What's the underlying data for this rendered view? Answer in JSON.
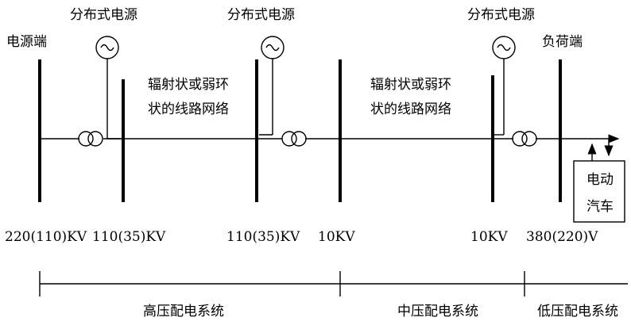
{
  "labels": {
    "source_end": "电源端",
    "load_end": "负荷端",
    "distributed_source": "分布式电源",
    "network_line1": "辐射状或弱环",
    "network_line2": "状的线路网络",
    "ev_line1": "电动",
    "ev_line2": "汽车"
  },
  "voltages": {
    "v1": "220(110)KV",
    "v2": "110(35)KV",
    "v3": "110(35)KV",
    "v4": "10KV",
    "v5": "10KV",
    "v6": "380(220)V"
  },
  "systems": {
    "high": "高压配电系统",
    "medium": "中压配电系统",
    "low": "低压配电系统"
  }
}
